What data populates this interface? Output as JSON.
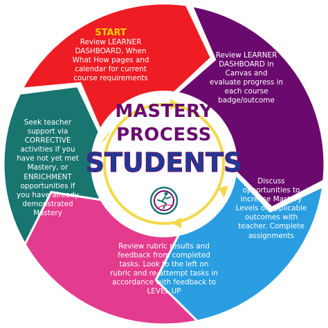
{
  "colors": {
    "red": "#ee1d24",
    "purple": "#6a0a6e",
    "blue": "#2a9ee0",
    "pink": "#e33b8e",
    "teal": "#187570",
    "ring": "#f2d94a",
    "title": "#6a0a6e",
    "students": "#1f3a93"
  },
  "center": {
    "line1": "MASTERY",
    "line2": "PROCESS",
    "line3": "STUDENTS",
    "logo_icon": "runner-logo-icon"
  },
  "segments": {
    "red": {
      "label": "START",
      "lines": [
        "Review LEARNER",
        "DASHBOARD, When",
        "What How pages and",
        "calendar for current",
        "course requirements"
      ]
    },
    "purple": {
      "lines": [
        "Review LEARNER",
        "DASHBOARD in",
        "Canvas and",
        "evaluate progress in",
        "each course",
        "badge/outcome"
      ]
    },
    "blue": {
      "lines": [
        "Discuss",
        "opportunities to",
        "increase Mastery",
        "Levels of applicable",
        "outcomes with",
        "teacher. Complete",
        "assignments"
      ]
    },
    "pink": {
      "lines": [
        "Review rubric results and",
        "feedback from completed",
        "tasks. Look to the left on",
        "rubric and re-attempt tasks in",
        "accordance with feedback to",
        "LEVEL UP"
      ]
    },
    "teal": {
      "lines": [
        "Seek teacher",
        "support via",
        "CORRECTIVE",
        "activities if you",
        "have not yet met",
        "Mastery, or",
        "ENRICHMENT",
        "opportunities if",
        "you have already",
        "demonstrated",
        "Mastery"
      ]
    }
  }
}
